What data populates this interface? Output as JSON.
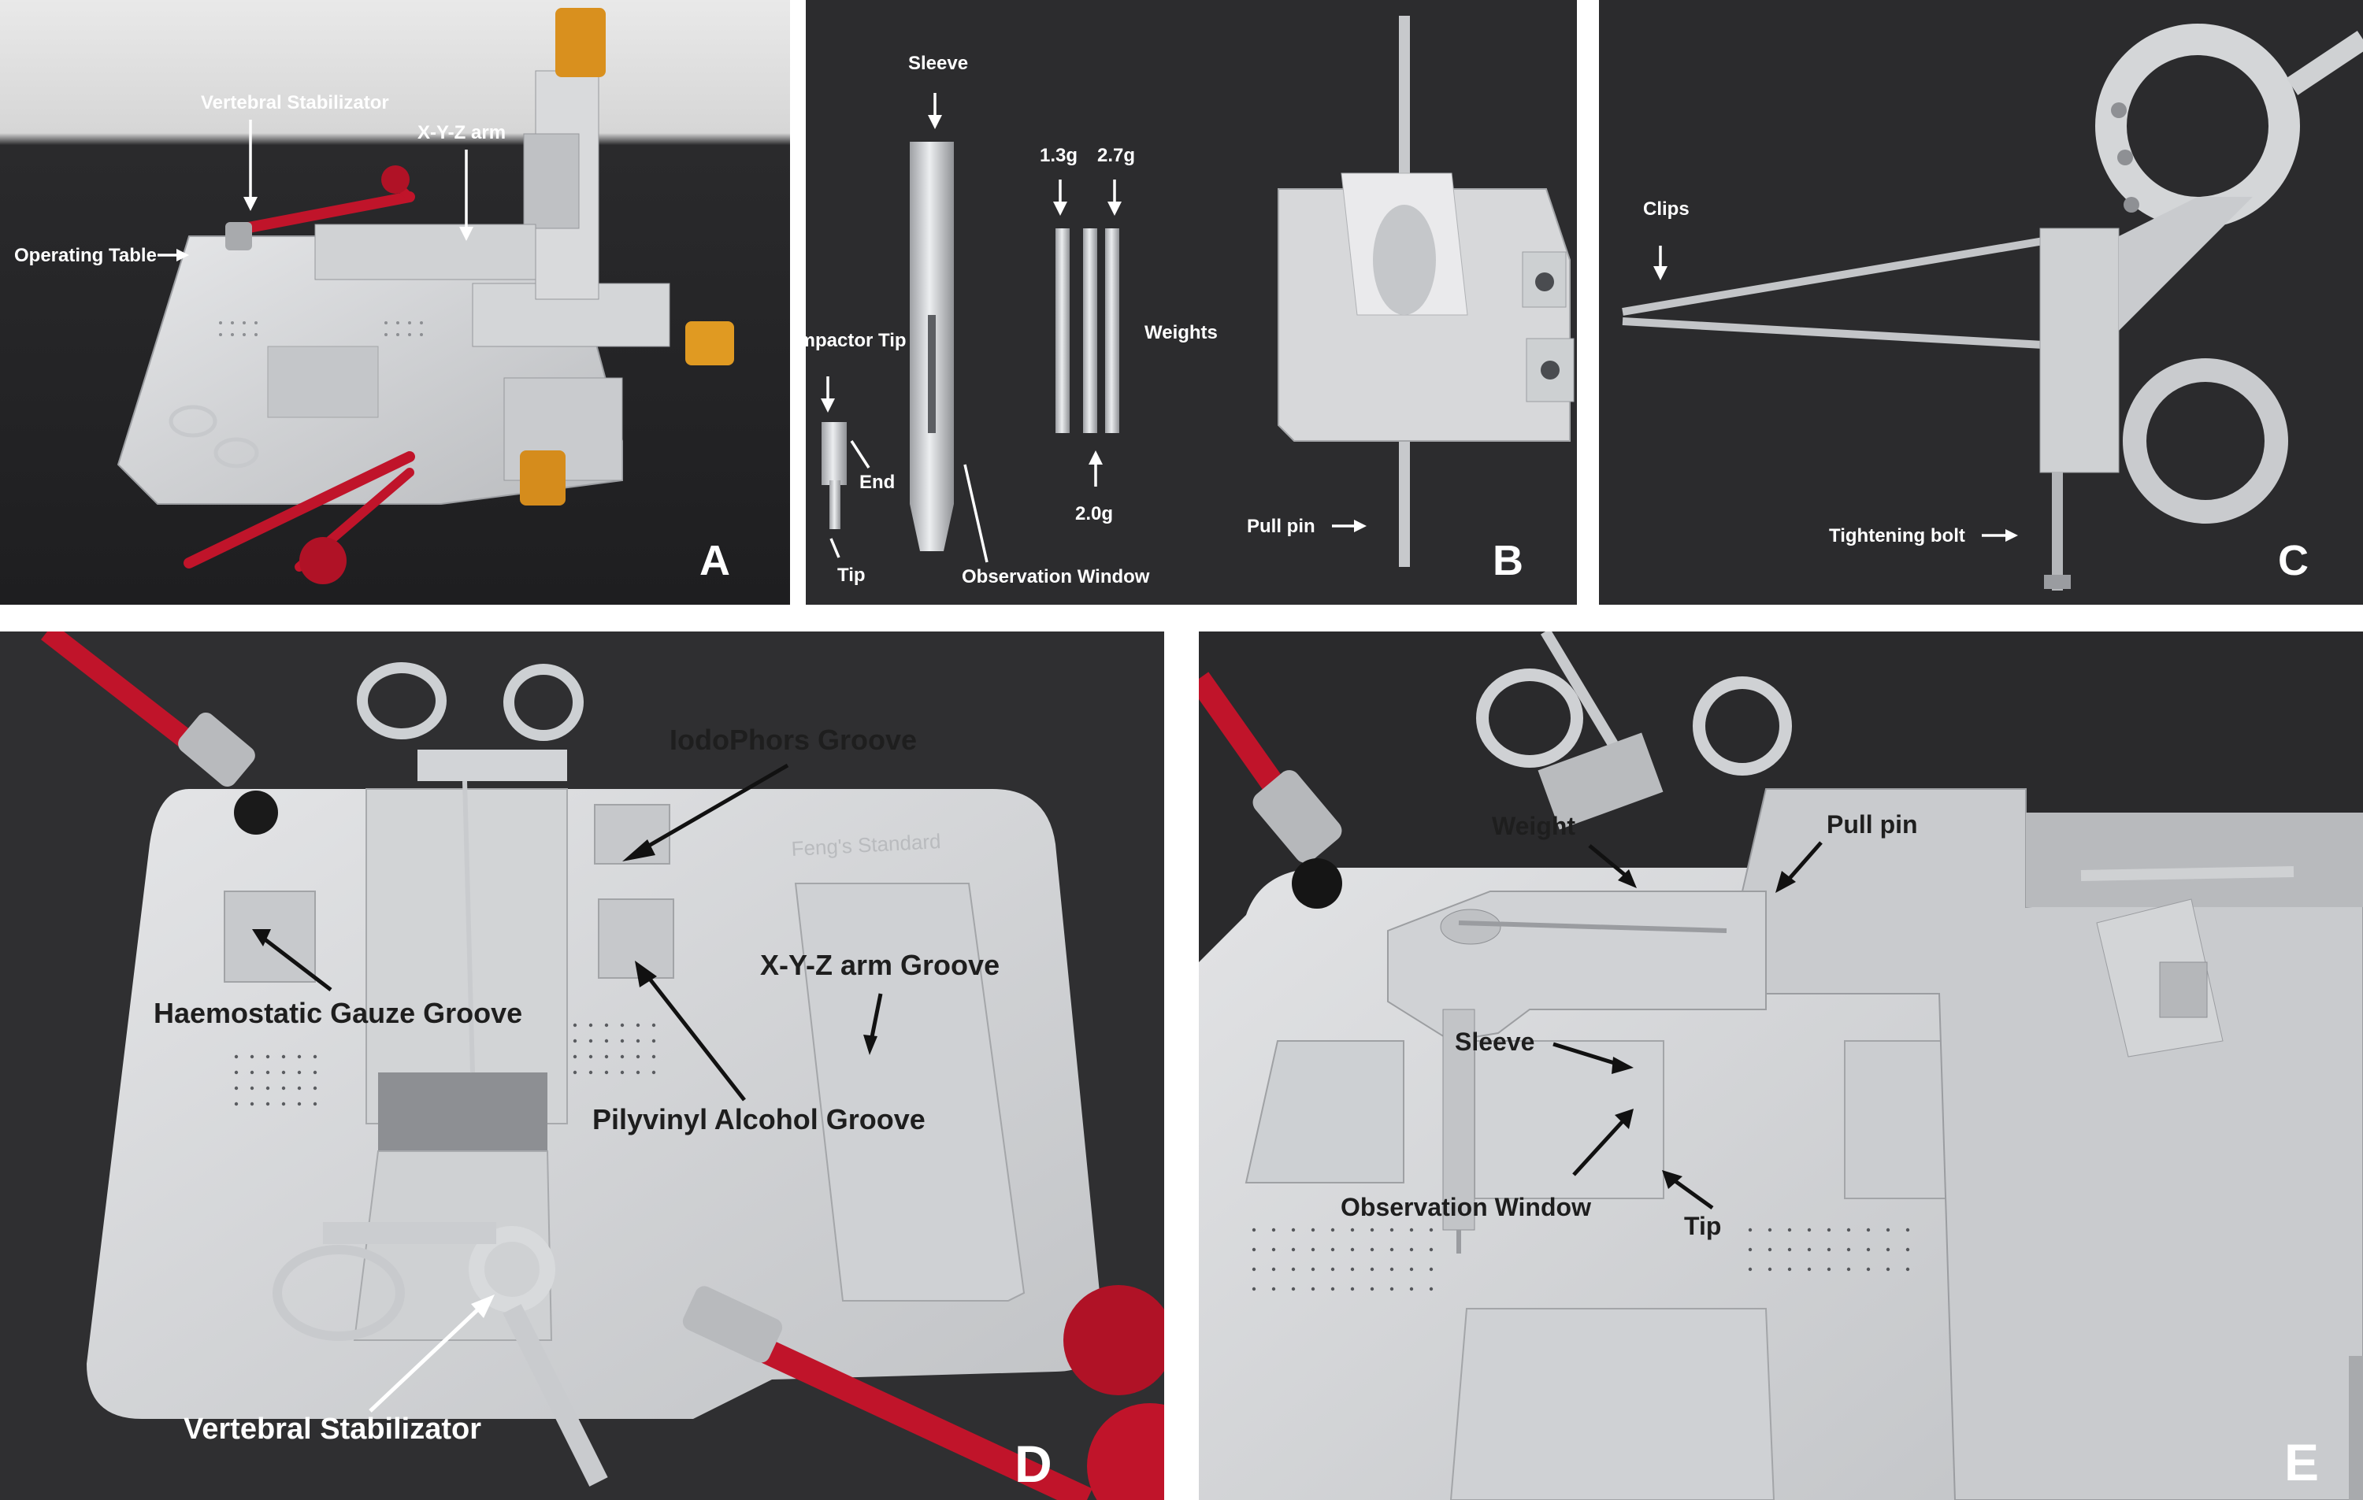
{
  "panels": {
    "A": {
      "letter": "A",
      "labels": {
        "vertebral_stabilizator": "Vertebral Stabilizator",
        "xyz_arm": "X-Y-Z arm",
        "operating_table": "Operating Table"
      }
    },
    "B": {
      "letter": "B",
      "labels": {
        "sleeve": "Sleeve",
        "w13": "1.3g",
        "w27": "2.7g",
        "impactor_tip": "Impactor Tip",
        "weights": "Weights",
        "end": "End",
        "w20": "2.0g",
        "tip": "Tip",
        "observation_window": "Observation Window",
        "pull_pin": "Pull pin"
      }
    },
    "C": {
      "letter": "C",
      "labels": {
        "clips": "Clips",
        "tightening_bolt": "Tightening bolt"
      }
    },
    "D": {
      "letter": "D",
      "brand": "Feng's Standard",
      "labels": {
        "iodophors_groove": "IodoPhors Groove",
        "haemostatic_gauze_groove": "Haemostatic Gauze Groove",
        "xyz_arm_groove": "X-Y-Z arm Groove",
        "pilyvinyl_alcohol_groove": "Pilyvinyl Alcohol Groove",
        "vertebral_stabilizator": "Vertebral Stabilizator"
      }
    },
    "E": {
      "letter": "E",
      "labels": {
        "weight": "Weight",
        "pull_pin": "Pull pin",
        "sleeve": "Sleeve",
        "observation_window": "Observation Window",
        "tip": "Tip"
      }
    }
  },
  "colors": {
    "background_dark": "#2c2c2e",
    "aluminum": "#d2d3d5",
    "red_rod": "#c0142a",
    "gold_knob": "#d9901e"
  }
}
